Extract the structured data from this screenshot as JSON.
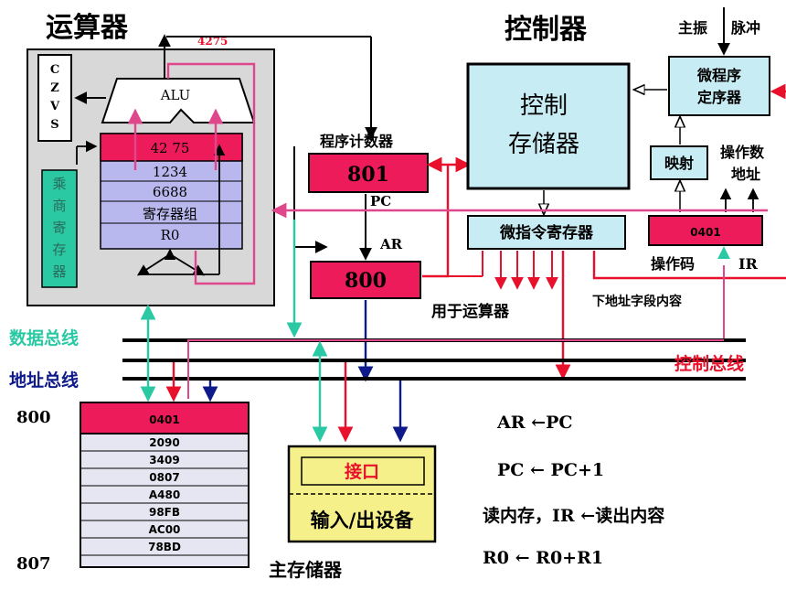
{
  "titles": {
    "alu_unit": "运算器",
    "control_unit": "控制器",
    "main_memory": "主存储器"
  },
  "alu": {
    "flags": [
      "C",
      "Z",
      "V",
      "S"
    ],
    "label": "ALU",
    "output_value": "4275",
    "multiplier_divider": [
      "乘",
      "商",
      "寄",
      "存",
      "器"
    ],
    "registers": [
      "42 75",
      "1234",
      "6688",
      "寄存器组",
      "R0"
    ]
  },
  "pc": {
    "title": "程序计数器",
    "value": "801",
    "label": "PC"
  },
  "ar": {
    "value": "800",
    "label": "AR"
  },
  "control": {
    "control_store": [
      "控制",
      "存储器"
    ],
    "micro_sequencer": [
      "微程序",
      "定序器"
    ],
    "oscillator": "主振",
    "pulse": "脉冲",
    "mapping": "映射",
    "operand_address": [
      "操作数",
      "地址"
    ],
    "micro_ir": "微指令寄存器",
    "ir_value": "0401",
    "opcode": "操作码",
    "ir_label": "IR",
    "for_alu": "用于运算器",
    "next_address": "下地址字段内容"
  },
  "buses": {
    "data": "数据总线",
    "address": "地址总线",
    "control": "控制总线"
  },
  "memory": {
    "start_address": "800",
    "end_address": "807",
    "cells": [
      "0401",
      "2090",
      "3409",
      "0807",
      "A480",
      "98FB",
      "AC00",
      "78BD"
    ]
  },
  "io": {
    "interface": "接口",
    "device": "输入/出设备"
  },
  "steps": [
    "AR ←PC",
    "PC ← PC+1",
    "读内存，IR ←读出内容",
    "R0 ← R0+R1"
  ],
  "colors": {
    "register_red": "#ee1b5a",
    "panel_cyan": "#c8ecf4",
    "register_blue": "#b8b8ee",
    "teal": "#2ac9a4",
    "control_red": "#e8102a",
    "navy": "#0e1a8a",
    "magenta": "#e0468c",
    "io_yellow": "#f6f08a"
  }
}
